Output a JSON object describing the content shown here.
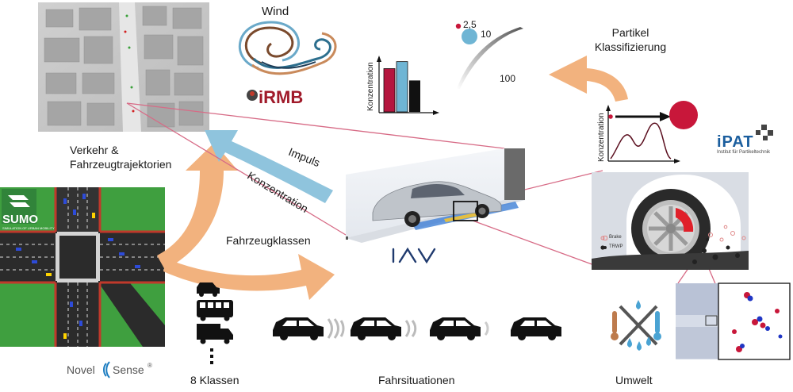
{
  "labels": {
    "wind": "Wind",
    "irmb": "iRMB",
    "particle_class": "Partikel\nKlassifizierung",
    "size_small": "2,5",
    "size_mid": "10",
    "size_large": "100",
    "traffic": "Verkehr &\nFahrzeugtrajektorien",
    "impulse": "Impuls",
    "concentration": "Konzentration",
    "vehicle_classes": "Fahrzeugklassen",
    "iav": "IAV",
    "ipat": "iPAT",
    "ipat_sub": "Institut für Partikeltechnik",
    "sumo": "SUMO",
    "sumo_sub": "SIMULATION OF URBAN MOBILITY",
    "novel_sense": "Novel",
    "novel_sense_b": "Sense",
    "eight_classes": "8 Klassen",
    "driving": "Fahrsituationen",
    "environment": "Umwelt",
    "konz_axis_1": "Konzentration",
    "konz_axis_2": "Konzentration",
    "brake": "Brake",
    "trwp": "TRWP"
  },
  "colors": {
    "arrow_orange": "#f2b27e",
    "arrow_blue": "#8fc4dd",
    "line_pink": "#d76b86",
    "bar_red": "#b5163e",
    "bar_blue": "#6fb5d4",
    "bar_black": "#111111",
    "particle_red": "#c8173a",
    "particle_blue": "#6fb5d4"
  },
  "bar_mini_chart": {
    "values": [
      0.62,
      0.72,
      0.45
    ]
  }
}
